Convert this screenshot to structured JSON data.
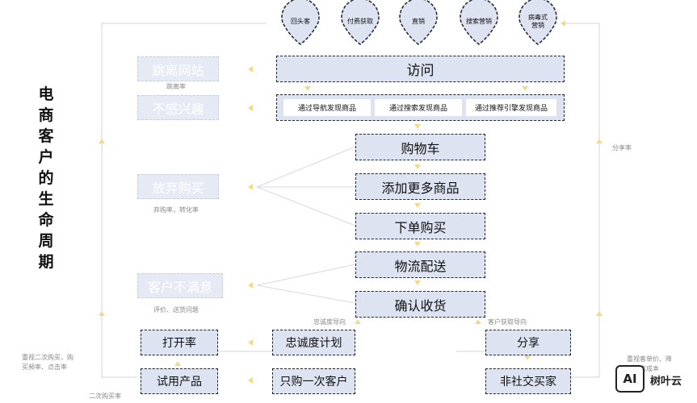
{
  "title_chars": [
    "电",
    "商",
    "客",
    "户",
    "的",
    "生",
    "命",
    "周",
    "期"
  ],
  "pins": [
    {
      "id": "returning",
      "label": "回头客"
    },
    {
      "id": "paid",
      "label": "付费获取"
    },
    {
      "id": "direct",
      "label": "直销"
    },
    {
      "id": "search",
      "label": "搜索营销"
    },
    {
      "id": "viral",
      "label": "病毒式\n营销"
    }
  ],
  "main_flow": {
    "visit": "访问",
    "discover": [
      "通过导航发现商品",
      "通过搜索发现商品",
      "通过推荐引擎发现商品"
    ],
    "cart": "购物车",
    "add_more": "添加更多商品",
    "order": "下单购买",
    "logistics": "物流配送",
    "confirm": "确认收货"
  },
  "left_faded": {
    "bounce": "跳离网站",
    "not_interested": "不感兴趣",
    "abandon": "放弃购买",
    "unsatisfied": "客户不满意"
  },
  "notes": {
    "bounce_rate": "跳离率",
    "abandon_rate": "弃购率，转化率",
    "review": "评价、送货问题",
    "loyalty_guide": "忠诚度导向",
    "acquire_guide": "客户获取导向",
    "share_rate": "分享率",
    "second_purchase": "二次购买率",
    "left_note_1": "重视二次购买，购",
    "left_note_2": "买频率、点击率",
    "right_note_1": "重视客单价、降",
    "right_note_2": "低获客成本"
  },
  "bottom": {
    "open_rate": "打开率",
    "trial": "试用产品",
    "loyalty_plan": "忠诚度计划",
    "one_time": "只购一次客户",
    "share": "分享",
    "non_social": "非社交买家"
  },
  "logo": {
    "mark": "AI",
    "name": "树叶云"
  },
  "colors": {
    "box_fill": "#dde3f1",
    "arrow": "#f5d98b",
    "faded_text": "#ffffff"
  }
}
